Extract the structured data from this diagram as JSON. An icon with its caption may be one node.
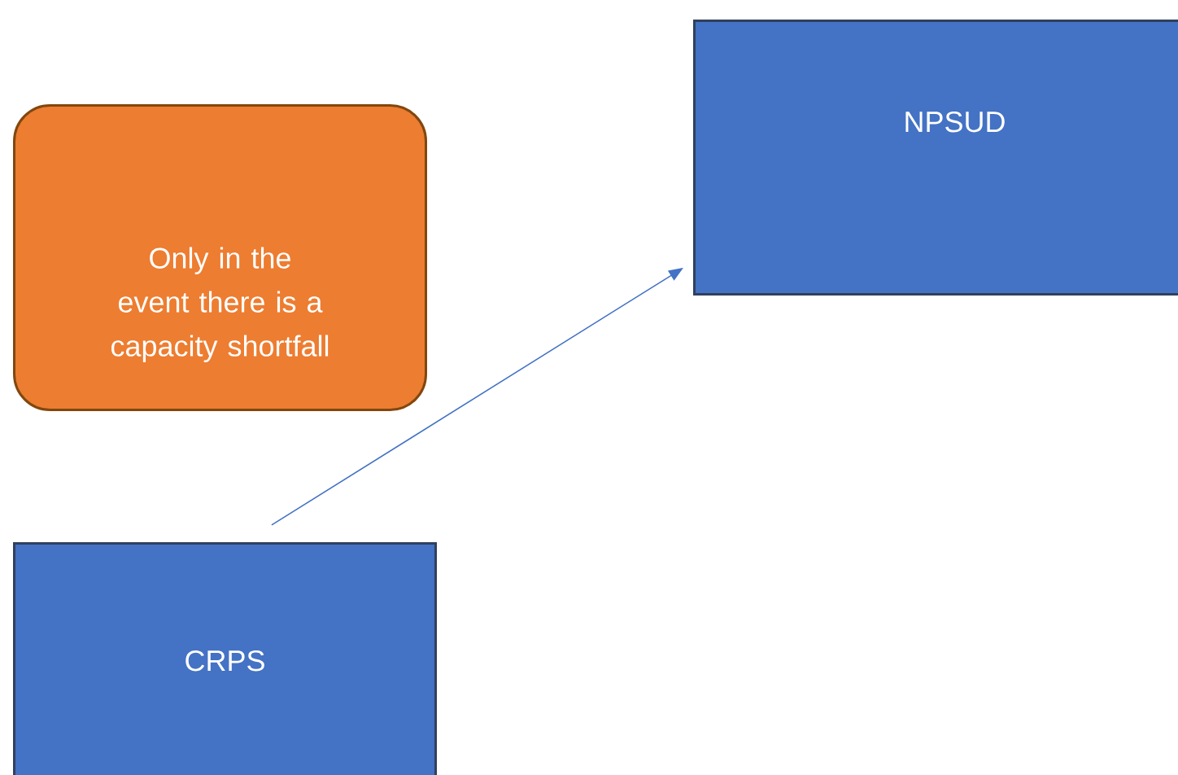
{
  "diagram": {
    "nodes": [
      {
        "text": [
          "Only in the event there is a capacity shortfall"
        ]
      },
      {
        "text": [
          "NPSUD"
        ]
      },
      {
        "text": [
          "CRPS"
        ]
      }
    ],
    "edges": [
      {
        "from": 2,
        "to": 1,
        "arrow": "to"
      }
    ]
  }
}
